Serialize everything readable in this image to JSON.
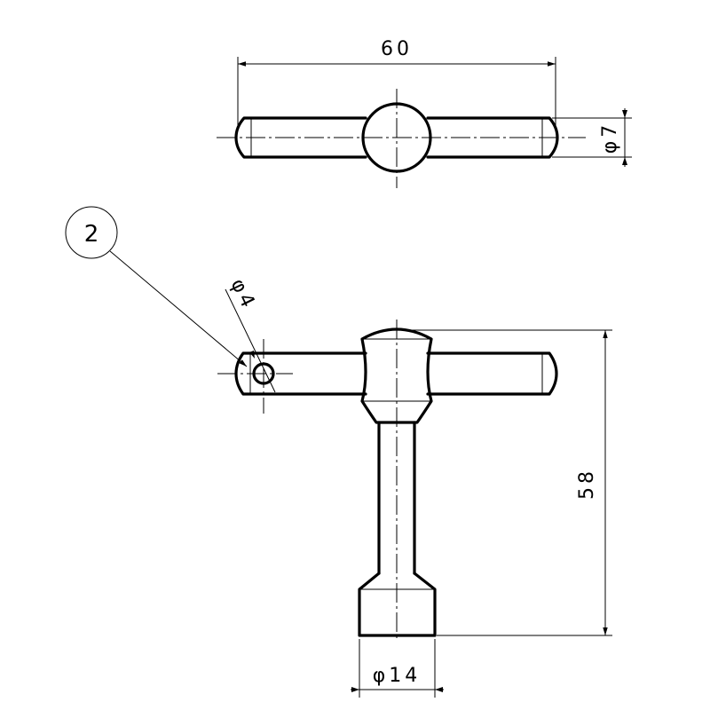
{
  "dimensions": {
    "top_width": "60",
    "top_diameter": "φ7",
    "hole_diameter": "φ4",
    "height": "58",
    "socket_diameter": "φ14"
  },
  "balloon": {
    "label": "2"
  }
}
